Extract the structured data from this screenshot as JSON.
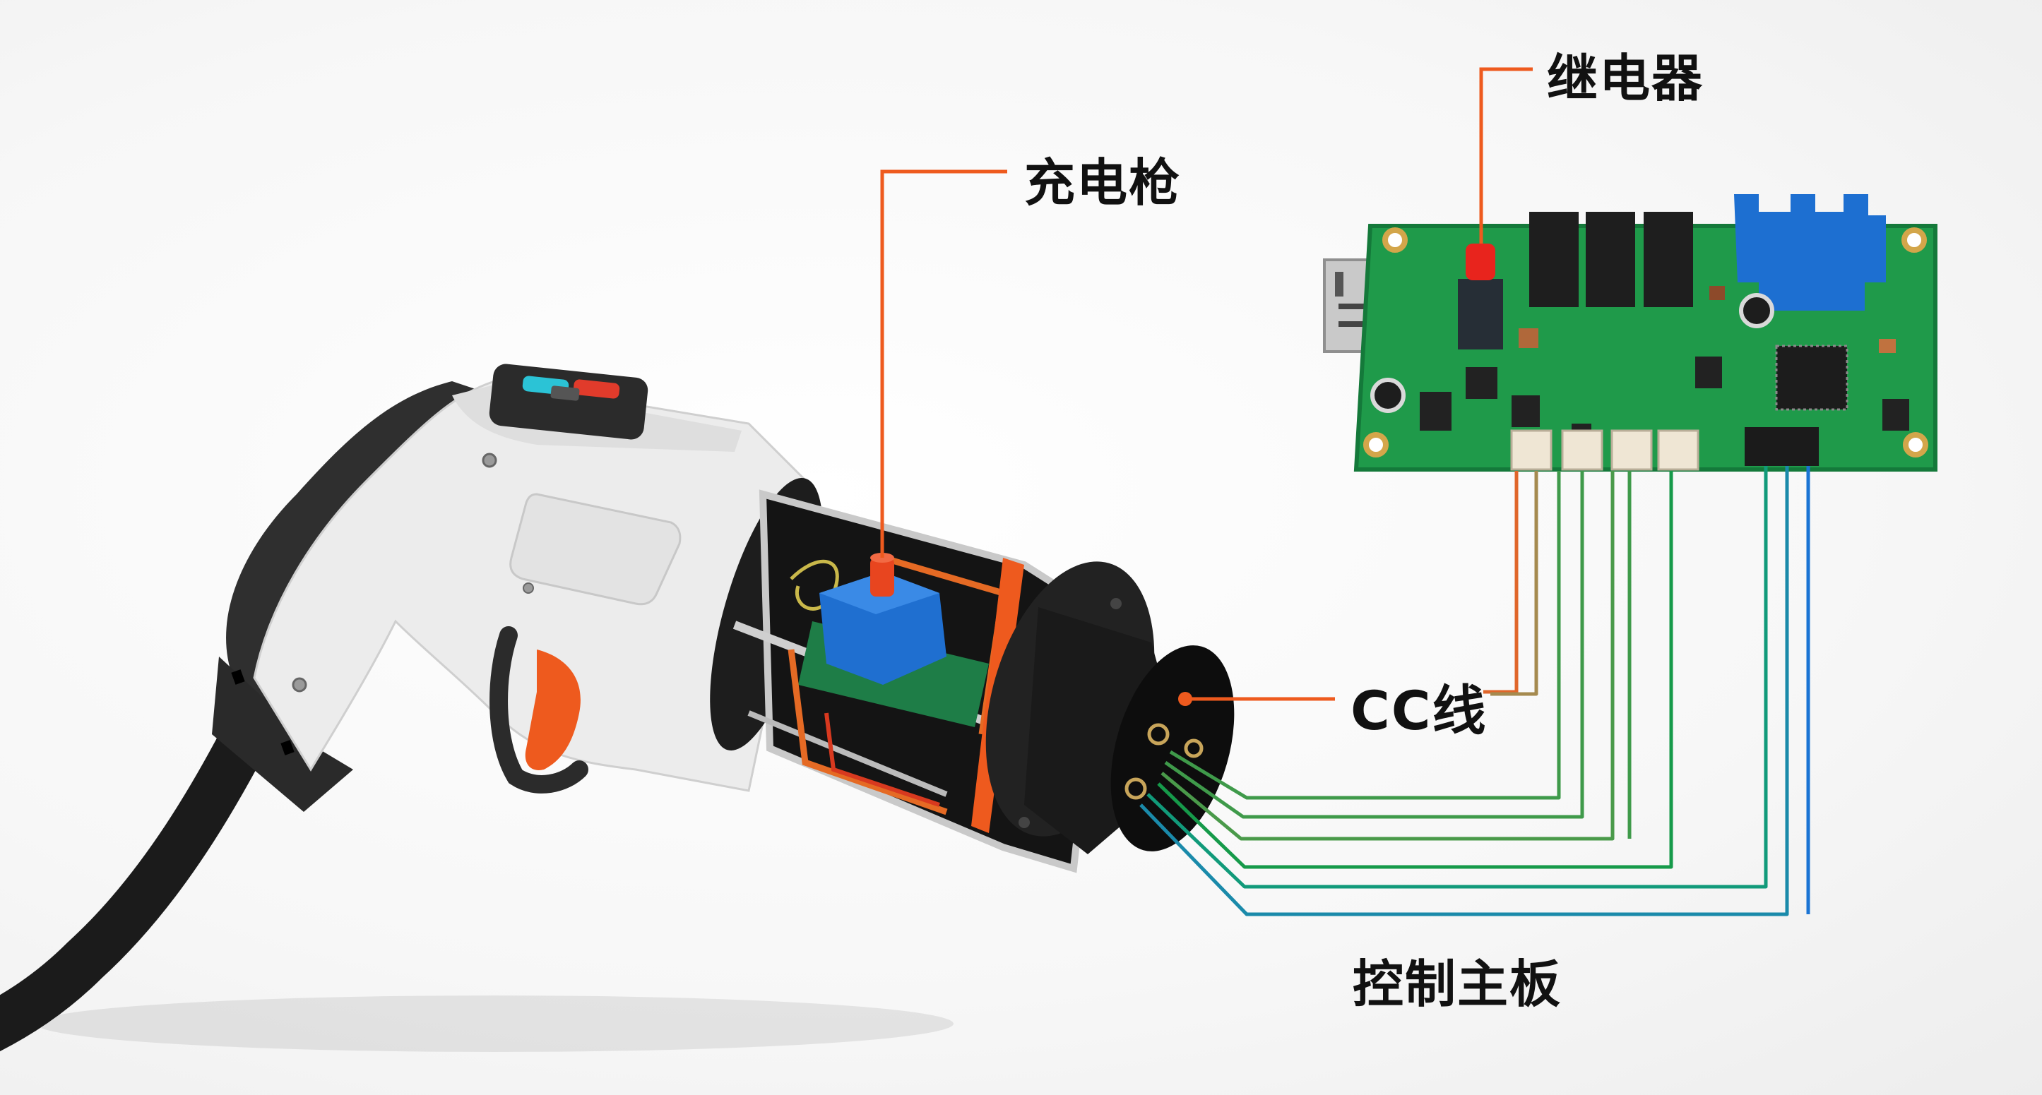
{
  "title": "充电枪 CC线 控制主板 继电器 示意图",
  "labels": {
    "relay": "继电器",
    "charging_gun": "充电枪",
    "cc_line": "CC线",
    "control_board": "控制主板"
  },
  "colors": {
    "callout": "#ee5a1e",
    "pcb": "#1f9a4a",
    "pcb_dark": "#14793a",
    "relay_body": "#1e1e1e",
    "terminal_block": "#1d6fd1",
    "gun_body": "#ececec",
    "gun_dark": "#2b2b2b",
    "trigger": "#ee5a1e",
    "wire_green": "#3f9a4a",
    "wire_teal": "#119a7a",
    "wire_blue": "#1a74d4",
    "wire_orange": "#e0662a",
    "wire_olive": "#a58a4f"
  },
  "components": {
    "gun": "charging-gun-cutaway",
    "board": "control-board-pcb",
    "relays_count": 3,
    "white_connectors_count": 4,
    "black_header_pins": 4
  }
}
